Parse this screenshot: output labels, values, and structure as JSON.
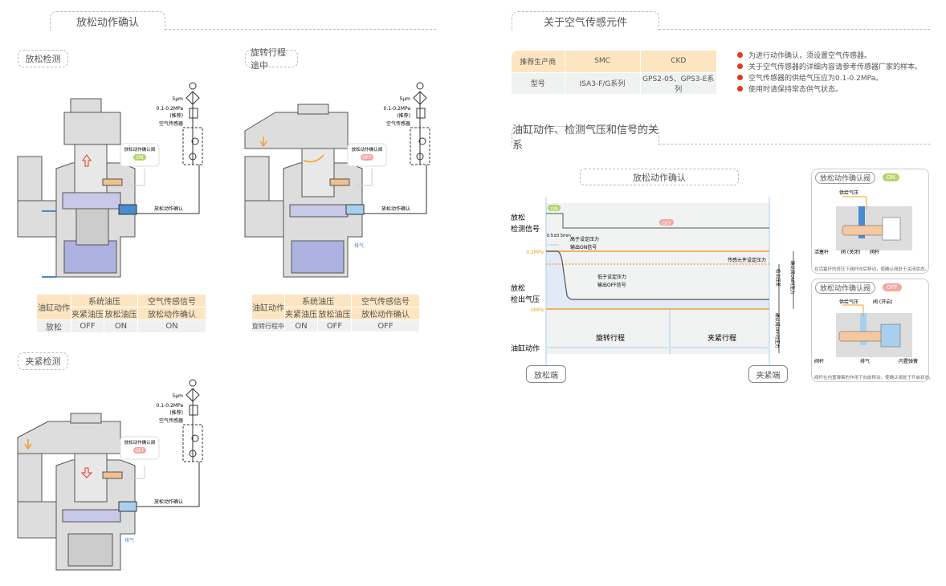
{
  "left": {
    "section_title": "放松动作确认",
    "release_detect": {
      "tag": "放松检测",
      "labels": {
        "filter": "5μm",
        "pressure": "0.1-0.2MPa",
        "recommend": "(推荐)",
        "sensor": "空气传感器",
        "valve": "放松动作确认阀",
        "state": "ON",
        "line": "放松动作确认"
      }
    },
    "rotating": {
      "tag": "旋转行程途中",
      "labels": {
        "filter": "5μm",
        "pressure": "0.1-0.2MPa",
        "recommend": "(推荐)",
        "sensor": "空气传感器",
        "valve": "放松动作确认阀",
        "state": "OFF",
        "line": "放松动作确认",
        "exhaust": "排气"
      }
    },
    "clamp_detect": {
      "tag": "夹紧检测",
      "labels": {
        "filter": "5μm",
        "pressure": "0.1-0.2MPa",
        "recommend": "(推荐)",
        "sensor": "空气传感器",
        "valve": "放松动作确认阀",
        "state": "OFF",
        "line": "放松动作确认",
        "exhaust": "排气"
      }
    },
    "table1": {
      "h_action": "油缸动作",
      "h_oil": "系统油压",
      "h_air": "空气传感信号",
      "h_clamp": "夹紧油压",
      "h_release": "放松油压",
      "h_confirm": "放松动作确认",
      "row": [
        "放松",
        "OFF",
        "ON",
        "ON"
      ]
    },
    "table2": {
      "h_action": "油缸动作",
      "h_oil": "系统油压",
      "h_air": "空气传感信号",
      "h_clamp": "夹紧油压",
      "h_release": "放松油压",
      "h_confirm": "放松动作确认",
      "row": [
        "旋转行程中",
        "ON",
        "OFF",
        "OFF"
      ]
    }
  },
  "right": {
    "section_title": "关于空气传感元件",
    "sensor_table": {
      "headers": [
        "推荐生产商",
        "SMC",
        "CKD"
      ],
      "row": [
        "型号",
        "ISA3-F/G系列",
        "GPS2-05、GPS3-E系列"
      ]
    },
    "notes": [
      "为进行动作确认，须设置空气传感器。",
      "关于空气传感器的详细内容请参考传感器厂家的样本。",
      "空气传感器的供给气压应为0.1-0.2MPa。",
      "使用时请保持常态供气状态。"
    ],
    "relation_title": "油缸动作、检测气压和信号的关系",
    "timing": {
      "title": "放松动作确认",
      "signal_label_1": "放松",
      "signal_label_2": "检测信号",
      "pressure_label_1": "放松",
      "pressure_label_2": "检出气压",
      "action_label": "油缸动作",
      "on": "ON",
      "off": "OFF",
      "p_high": "0.2MPa",
      "p_zero": "0MPa",
      "delay": "0.5±0.5mm",
      "above_1": "高于设定压力",
      "above_2": "输出ON信号",
      "below_1": "低于设定压力",
      "below_2": "输出OFF信号",
      "setpoint": "传感元件设定压力",
      "rotate": "旋转行程",
      "clamp": "夹紧行程",
      "release_end": "放松端",
      "clamp_end": "夹紧端",
      "v_detect": "检出压差",
      "v_on": "确认阀ON时压力",
      "v_off": "确认阀OFF时压力"
    },
    "valve_on": {
      "title": "放松动作确认阀",
      "state": "ON",
      "supply": "供给气压",
      "piston": "活塞杆",
      "valve": "阀 (关闭)",
      "rod": "阀杆",
      "note": "在活塞杆的挤压下阀杆向后移动，使确认阀处于关闭状态。"
    },
    "valve_off": {
      "title": "放松动作确认阀",
      "state": "OFF",
      "supply": "供给气压",
      "valve": "阀 (开启)",
      "rod": "阀杆",
      "exhaust": "排气",
      "spring": "内置弹簧",
      "note": "阀杆在内置弹簧的作用下向前移动，使确认阀处于开启状态。"
    },
    "colors": {
      "on": "#b5d46a",
      "off": "#f4a7a0",
      "accent": "#f0a030",
      "blue": "#a8d0ee",
      "bullet": "#e03a1e"
    }
  }
}
